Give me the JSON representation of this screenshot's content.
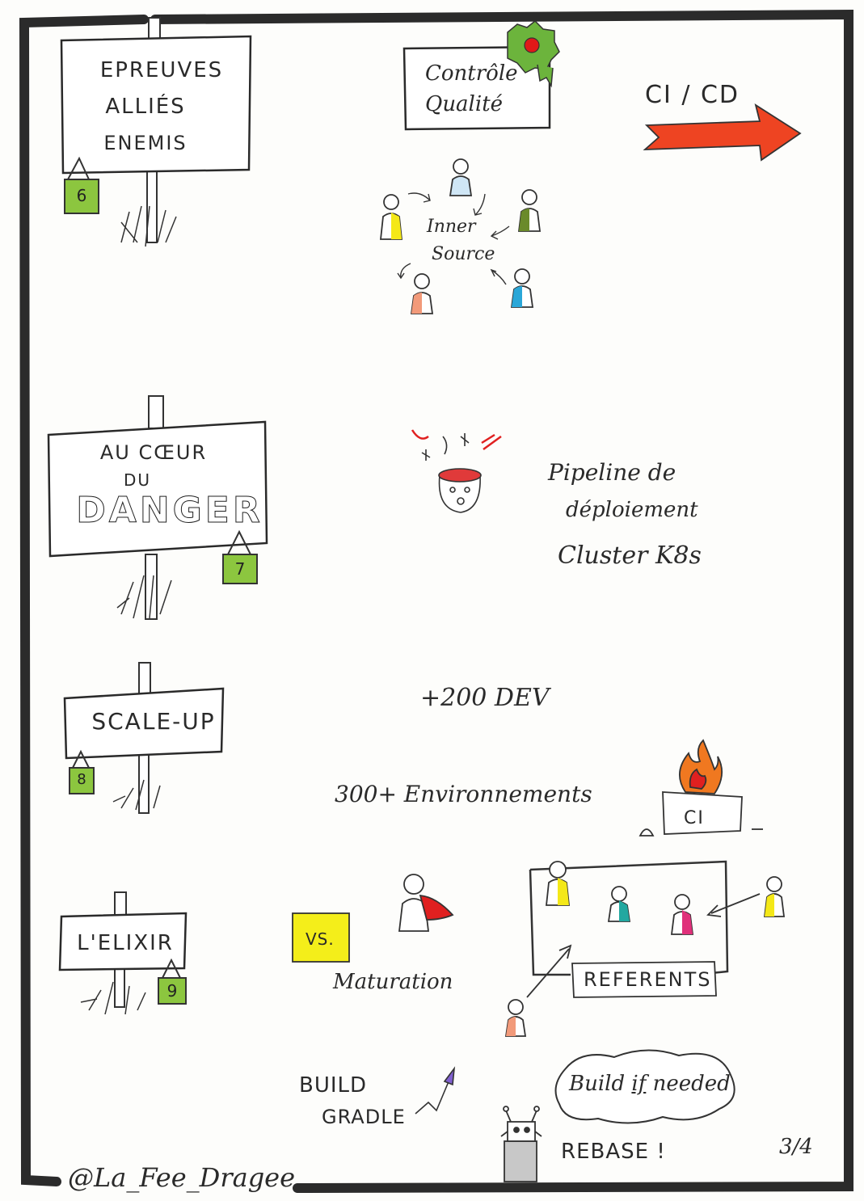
{
  "colors": {
    "ink": "#222222",
    "tag_green": "#8cc63f",
    "arrow_red": "#ee4422",
    "sticky_yellow": "#f4ee1a",
    "cape_red": "#e02020",
    "flame_orange": "#f07820"
  },
  "signs": {
    "s6": {
      "line1": "EPREUVES",
      "line2": "ALLIÉS",
      "line3": "ENEMIS",
      "tag": "6"
    },
    "s7": {
      "line1": "AU CŒUR",
      "line2": "DU",
      "line3": "DANGER",
      "tag": "7"
    },
    "s8": {
      "line1": "SCALE-UP",
      "tag": "8"
    },
    "s9": {
      "line1": "L'ELIXIR",
      "tag": "9"
    }
  },
  "qc": {
    "line1": "Contrôle",
    "line2": "Qualité"
  },
  "cicd": {
    "label": "CI / CD"
  },
  "inner_source": {
    "line1": "Inner",
    "line2": "Source"
  },
  "pipeline": {
    "line1": "Pipeline de",
    "line2": "déploiement",
    "line3": "Cluster K8s"
  },
  "dev_count": {
    "text": "+200 DEV"
  },
  "environments": {
    "text": "300+ Environnements"
  },
  "ci_box": {
    "label": "CI"
  },
  "vs_note": {
    "text": "VS."
  },
  "maturation": {
    "text": "Maturation"
  },
  "referents": {
    "label": "REFERENTS"
  },
  "build_gradle": {
    "line1": "BUILD",
    "line2": "GRADLE"
  },
  "cloud": {
    "text_pre": "Build ",
    "text_if": "if",
    "text_post": " needed"
  },
  "rebase": {
    "text": "REBASE !"
  },
  "page_num": {
    "text": "3/4"
  },
  "signature": {
    "text": "@La_Fee_Dragee"
  }
}
